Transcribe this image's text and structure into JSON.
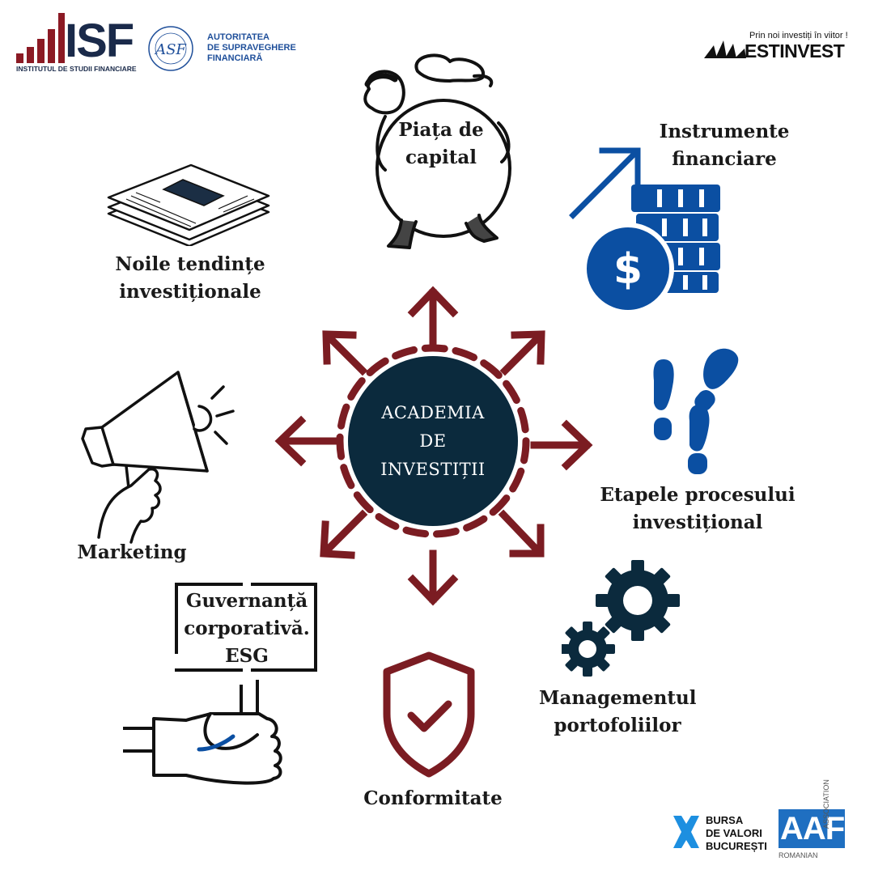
{
  "logos": {
    "isf": {
      "mark": "ISF",
      "subtitle": "INSTITUTUL DE STUDII FINANCIARE"
    },
    "asf": {
      "line1": "AUTORITATEA",
      "line2": "DE SUPRAVEGHERE",
      "line3": "FINANCIARĂ"
    },
    "estinvest": {
      "tagline": "Prin noi investiți în viitor !",
      "name": "ESTINVEST"
    },
    "bvb": {
      "line1": "BURSA",
      "line2": "DE VALORI",
      "line3": "BUCUREȘTI"
    },
    "aaf": {
      "mark": "AAF",
      "side1": "ASSOCIATION",
      "side2": "ROMANIAN"
    }
  },
  "center": {
    "line1": "ACADEMIA",
    "line2": "DE",
    "line3": "INVESTIȚII"
  },
  "topics": {
    "piata": {
      "line1": "Piața de",
      "line2": "capital"
    },
    "instrumente": {
      "line1": "Instrumente",
      "line2": "financiare"
    },
    "noile": {
      "line1": "Noile tendințe",
      "line2": "investiționale"
    },
    "etapele": {
      "line1": "Etapele procesului",
      "line2": "investițional"
    },
    "marketing": {
      "line1": "Marketing"
    },
    "guvernanta": {
      "line1": "Guvernanță",
      "line2": "corporativă.",
      "line3": "ESG"
    },
    "managementul": {
      "line1": "Managementul",
      "line2": "portofoliilor"
    },
    "conformitate": {
      "line1": "Conformitate"
    }
  },
  "icons": [
    "moneybag-man-icon",
    "arrow-up-coins-dollar-icon",
    "newspaper-icon",
    "footprints-icon",
    "megaphone-icon",
    "protest-sign-hand-icon",
    "gears-icon",
    "shield-check-icon"
  ],
  "colors": {
    "maroon": "#7b1c22",
    "navy": "#0b2a3d",
    "blue": "#0b4fa2",
    "isf_red": "#8b1a24",
    "aaf_blue": "#1f6fc1"
  }
}
